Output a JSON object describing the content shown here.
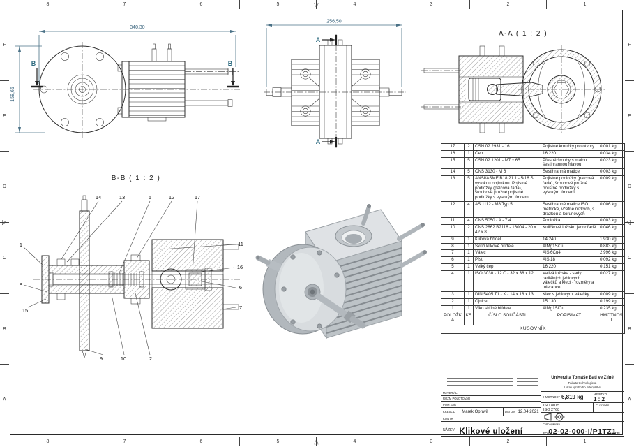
{
  "frame": {
    "columns": [
      "8",
      "7",
      "6",
      "5",
      "4",
      "3",
      "2",
      "1"
    ],
    "rows": [
      "F",
      "E",
      "D",
      "C",
      "B",
      "A"
    ]
  },
  "drawing": {
    "front_view": {
      "dim_width": "340,30",
      "dim_height": "158,65",
      "cut_label": "B"
    },
    "side_view": {
      "dim_width": "256,50",
      "cut_label": "A"
    },
    "section_a": {
      "title": "A-A ( 1 : 2 )"
    },
    "section_b": {
      "title": "B-B ( 1 : 2 )",
      "balloons": [
        "14",
        "13",
        "5",
        "12",
        "17",
        "1",
        "8",
        "15",
        "11",
        "16",
        "6",
        "7",
        "9",
        "10",
        "2"
      ]
    }
  },
  "bom": {
    "title": "KUSOVNÍK",
    "headers": [
      "POLOŽKA",
      "KS",
      "ČÍSLO SOUČÁSTI",
      "POPIS/MAT.",
      "HMOTNOST"
    ],
    "rows": [
      {
        "pos": "17",
        "qty": "2",
        "part": "CSN 02 2931 - 16",
        "desc": "Pojistné kroužky pro otvory",
        "mass": "0,001 kg"
      },
      {
        "pos": "16",
        "qty": "1",
        "part": "Čep",
        "desc": "16 220",
        "mass": "0,034 kg"
      },
      {
        "pos": "15",
        "qty": "5",
        "part": "CSN 02 1201 - M7 x 65",
        "desc": "Přesné šrouby s malou šestihrannou hlavou",
        "mass": "0,023 kg"
      },
      {
        "pos": "14",
        "qty": "5",
        "part": "CNS 3130 - M 6",
        "desc": "Šestihranná matice",
        "mass": "0,003 kg"
      },
      {
        "pos": "13",
        "qty": "5",
        "part": "ANSI/ASME B18.21.1 - 5/16 S vysokou objímkou. Pojistné podložky (palcová řada), šroubové pružné pojistné podložky s vysokým límcem",
        "desc": "Pojistné podložky (palcová řada), šroubové pružné pojistné podložky s vysokým límcem",
        "mass": "0,009 kg"
      },
      {
        "pos": "12",
        "qty": "4",
        "part": "AS 1112 - M8  Typ 5",
        "desc": "Šestihranné matice ISO metrické, včetně nízkých, s drážkou a korunových",
        "mass": "0,006 kg"
      },
      {
        "pos": "11",
        "qty": "4",
        "part": "CNS 5050 - A - 7,4",
        "desc": "Podložka",
        "mass": "0,003 kg"
      },
      {
        "pos": "10",
        "qty": "2",
        "part": "CNS 2862 B2116 - 16004 - 20 x 42 x 8",
        "desc": "Kuličkové ložisko jednořadé",
        "mass": "0,046 kg"
      },
      {
        "pos": "9",
        "qty": "1",
        "part": "Kliková hřídel",
        "desc": "14 240",
        "mass": "1,930 kg"
      },
      {
        "pos": "8",
        "qty": "1",
        "part": "Skříň klikové hřídele",
        "desc": "AlMg1SiCu",
        "mass": "0,883 kg"
      },
      {
        "pos": "7",
        "qty": "1",
        "part": "Válec",
        "desc": "AlSi6Cu4",
        "mass": "2,996 kg"
      },
      {
        "pos": "6",
        "qty": "1",
        "part": "Píst",
        "desc": "AlSi18",
        "mass": "0,092 kg"
      },
      {
        "pos": "5",
        "qty": "1",
        "part": "Velký čep",
        "desc": "16 220",
        "mass": "0,151 kg"
      },
      {
        "pos": "4",
        "qty": "1",
        "part": "ISO 3030 - 12 C - 32 x 38 x 12",
        "desc": "Valivá ložiska - sady radiálních jehlových válečků a klecí - rozměry a tolerance",
        "mass": "0,027 kg"
      },
      {
        "pos": "3",
        "qty": "1",
        "part": "DIN 5405 T1 - K - 14 x 18 x 13",
        "desc": "Klec s jehlovými válečky",
        "mass": "0,009 kg"
      },
      {
        "pos": "2",
        "qty": "1",
        "part": "Ojnice",
        "desc": "15 130",
        "mass": "0,199 kg"
      },
      {
        "pos": "1",
        "qty": "1",
        "part": "Víko skříně hřídele",
        "desc": "AlMg1SiCu",
        "mass": "0,235 kg"
      }
    ]
  },
  "title_block": {
    "university": "Univerzita Tomáše Bati ve Zlíně",
    "faculty": "Fakulta technologická",
    "institute": "Ústav výrobního inženýrství",
    "material_label": "MATERIÁL",
    "blank_label": "ROZM POLOTOVAR",
    "aux_label": "POM ZAŘ",
    "drawn_label": "KRESLIL",
    "drawn_by": "Marek Opravil",
    "date_label": "DATUM",
    "date_value": "12.04.2021",
    "checked_label": "KONTR",
    "name_label": "NÁZEV",
    "title": "Klikové uložení",
    "mass_label": "HMOTNOST",
    "mass_value": "6,819 kg",
    "scale_label": "MĚŘÍTKO",
    "scale_value": "1 : 2",
    "standard_1": "ISO 8015",
    "standard_2": "ISO 2768",
    "dim_no_label": "Č. rozměru",
    "drawing_no_label": "Číslo výkresu",
    "drawing_no": "02-02-000-I/P1TZ1",
    "format_label": "FORM.",
    "sheet_label": "LIST",
    "sheet_suffix": "PL."
  }
}
